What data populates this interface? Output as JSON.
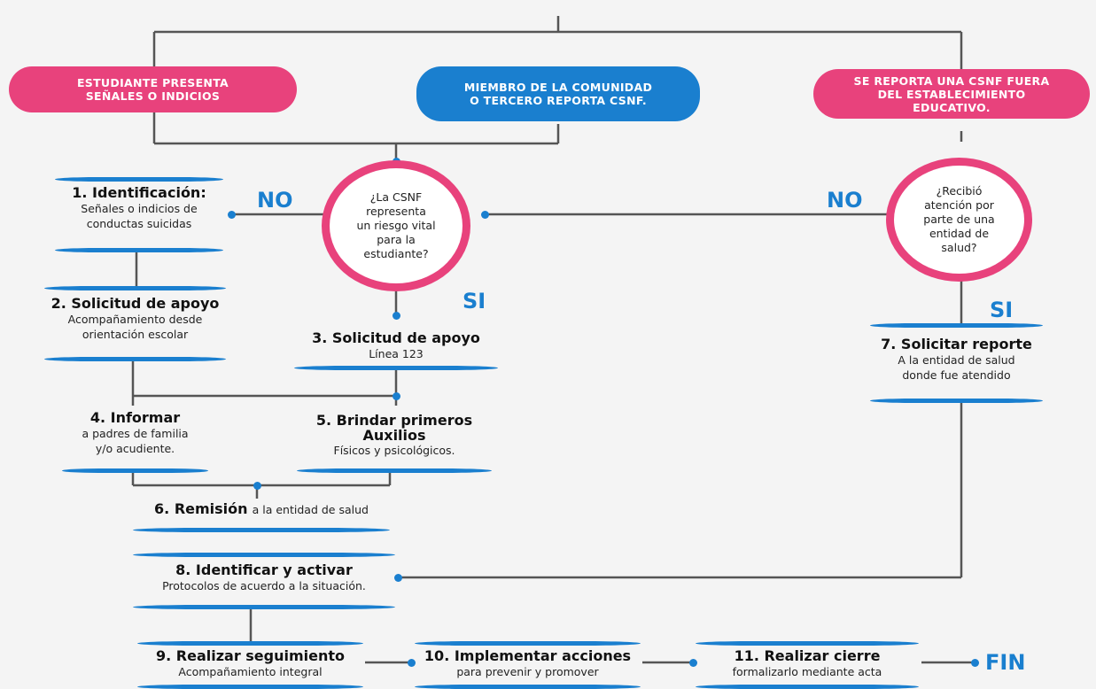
{
  "colors": {
    "accent_pink": "#e8427c",
    "accent_blue": "#1a7fcf",
    "line": "#555555"
  },
  "starts": {
    "a": "ESTUDIANTE PRESENTA\nSEÑALES O INDICIOS",
    "b": "MIEMBRO DE LA COMUNIDAD\nO TERCERO REPORTA CSNF.",
    "c": "SE REPORTA UNA CSNF FUERA\nDEL ESTABLECIMIENTO\nEDUCATIVO."
  },
  "decisions": {
    "q1": "¿La CSNF\nrepresenta\nun riesgo vital\npara la\nestudiante?",
    "q2": "¿Recibió\natención por\nparte de una\nentidad de\nsalud?"
  },
  "labels": {
    "no": "NO",
    "si": "SI",
    "fin": "FIN"
  },
  "steps": {
    "s1": {
      "title": "1. Identificación:",
      "sub": "Señales o indicios de\nconductas suicidas"
    },
    "s2": {
      "title": "2. Solicitud de apoyo",
      "sub": "Acompañamiento desde\norientación escolar"
    },
    "s3": {
      "title": "3. Solicitud de apoyo",
      "sub": "Línea 123"
    },
    "s4": {
      "title": "4. Informar",
      "sub": "a padres de familia\ny/o acudiente."
    },
    "s5": {
      "title": "5. Brindar primeros\nAuxilios",
      "sub": "Físicos y psicológicos."
    },
    "s6": {
      "title": "6. Remisión",
      "sub": "a la entidad de salud"
    },
    "s7": {
      "title": "7. Solicitar reporte",
      "sub": "A la entidad de salud\ndonde fue atendido"
    },
    "s8": {
      "title": "8. Identificar y activar",
      "sub": "Protocolos de acuerdo a la situación."
    },
    "s9": {
      "title": "9. Realizar seguimiento",
      "sub": "Acompañamiento integral"
    },
    "s10": {
      "title": "10. Implementar acciones",
      "sub": "para prevenir y promover"
    },
    "s11": {
      "title": "11. Realizar cierre",
      "sub": "formalizarlo mediante acta"
    }
  }
}
